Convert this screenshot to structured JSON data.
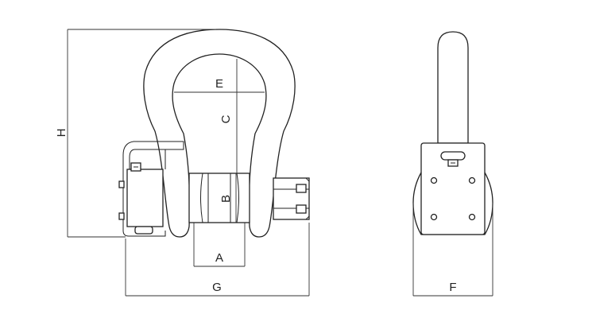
{
  "dimension_labels": {
    "a": "A",
    "b": "B",
    "c": "C",
    "e": "E",
    "f": "F",
    "g": "G",
    "h": "H"
  },
  "line_color": "#222222"
}
